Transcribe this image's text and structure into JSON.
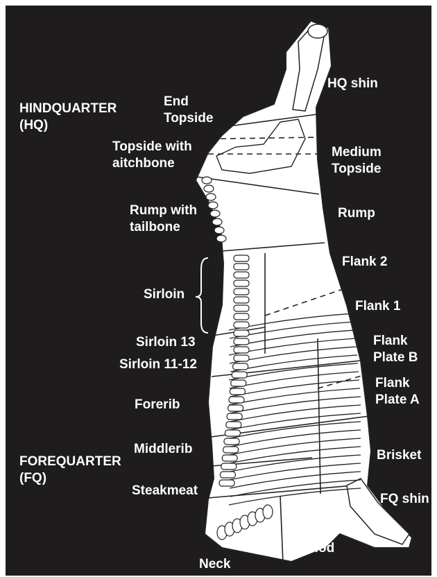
{
  "colors": {
    "background": "#1e1c1d",
    "carcass_fill": "#ffffff",
    "line": "#222222",
    "label": "#ffffff"
  },
  "regions": {
    "hindquarter": [
      "HINDQUARTER",
      "(HQ)"
    ],
    "forequarter": [
      "FOREQUARTER",
      "(FQ)"
    ]
  },
  "cuts": {
    "hq_shin": [
      "HQ shin"
    ],
    "end_topside": [
      "End",
      "Topside"
    ],
    "topside_aitchbone": [
      "Topside with",
      "aitchbone"
    ],
    "medium_topside": [
      "Medium",
      "Topside"
    ],
    "rump_tailbone": [
      "Rump with",
      "tailbone"
    ],
    "rump": [
      "Rump"
    ],
    "flank2": [
      "Flank 2"
    ],
    "sirloin": [
      "Sirloin"
    ],
    "flank1": [
      "Flank 1"
    ],
    "sirloin13": [
      "Sirloin 13"
    ],
    "flank_plate_b": [
      "Flank",
      "Plate B"
    ],
    "sirloin1112": [
      "Sirloin 11-12"
    ],
    "flank_plate_a": [
      "Flank",
      "Plate A"
    ],
    "forerib": [
      "Forerib"
    ],
    "middlerib": [
      "Middlerib"
    ],
    "brisket": [
      "Brisket"
    ],
    "steakmeat": [
      "Steakmeat"
    ],
    "fq_shin": [
      "FQ shin"
    ],
    "clod": [
      "Clod"
    ],
    "neck": [
      "Neck"
    ]
  }
}
